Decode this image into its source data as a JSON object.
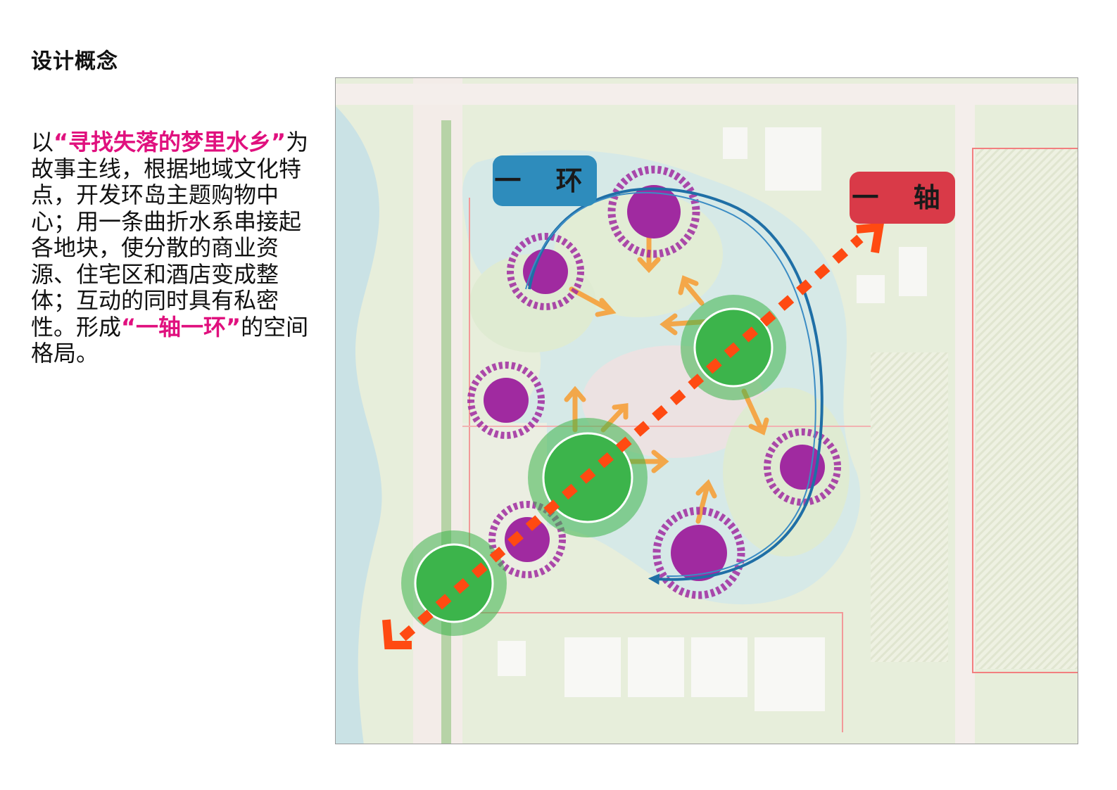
{
  "page": {
    "title": "设计概念"
  },
  "description": {
    "p1": "以",
    "h1": "“寻找失落的梦里水乡”",
    "p2": "为故事主线，根据地域文化特点，开发环岛主题购物中心；用一条曲折水系串接起各地块，使分散的商业资源、住宅区和酒店变成整体；互动的同时具有私密性。形成",
    "h2": "“一轴一环”",
    "p3": "的空间格局。"
  },
  "labels": {
    "ring": "一 环",
    "axis": "一 轴"
  },
  "colors": {
    "accent": "#e0107e",
    "ring_label_bg": "#2e8cbc",
    "axis_label_bg": "#d93a48",
    "green_node": "#3cb44b",
    "purple_node": "#a02aa0",
    "axis_line": "#ff4a12",
    "ring_line": "#1f6fa6",
    "arrow": "#f6a03a"
  }
}
